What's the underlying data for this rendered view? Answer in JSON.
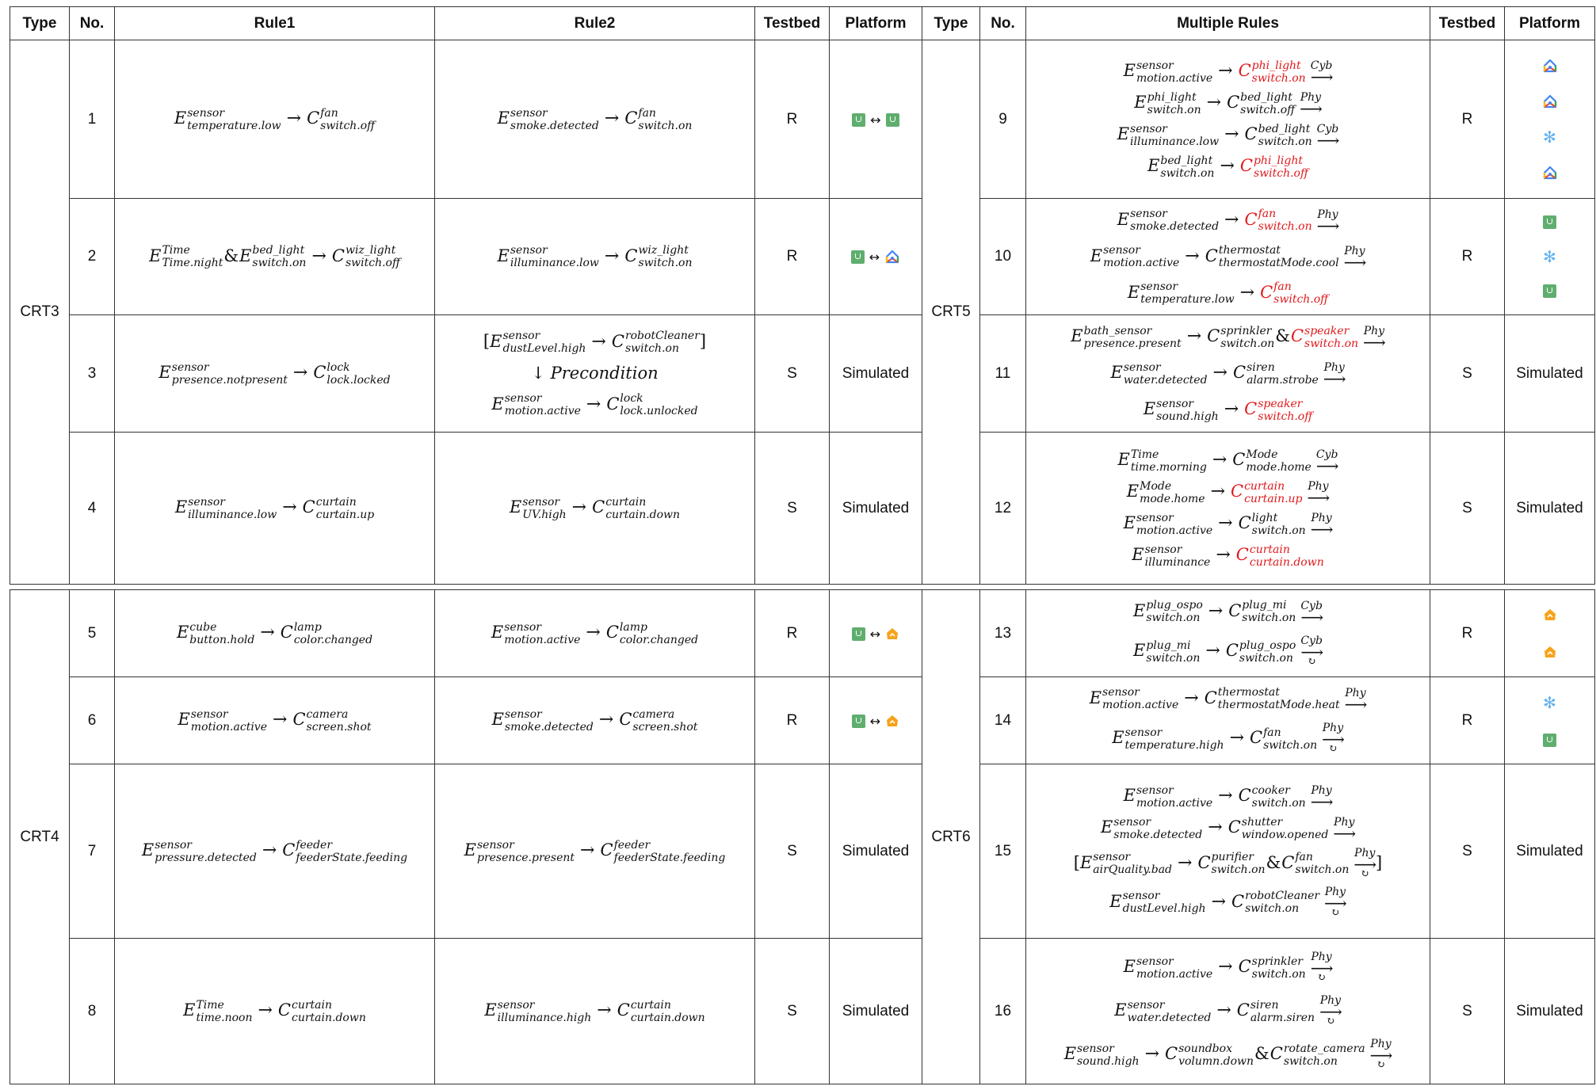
{
  "headers": {
    "type": "Type",
    "no": "No.",
    "rule1": "Rule1",
    "rule2": "Rule2",
    "testbed": "Testbed",
    "platform": "Platform",
    "type_b": "Type",
    "no_b": "No.",
    "multiple": "Multiple Rules",
    "testbed_b": "Testbed",
    "platform_b": "Platform"
  },
  "groups": {
    "crt3": "CRT3",
    "crt4": "CRT4",
    "crt5": "CRT5",
    "crt6": "CRT6"
  },
  "rows": {
    "r1": {
      "no": "1",
      "testbed": "R"
    },
    "r2": {
      "no": "2",
      "testbed": "R"
    },
    "r3": {
      "no": "3",
      "testbed": "S",
      "platform": "Simulated",
      "precondition": "Precondition"
    },
    "r4": {
      "no": "4",
      "testbed": "S",
      "platform": "Simulated"
    },
    "r5": {
      "no": "5",
      "testbed": "R"
    },
    "r6": {
      "no": "6",
      "testbed": "R"
    },
    "r7": {
      "no": "7",
      "testbed": "S",
      "platform": "Simulated"
    },
    "r8": {
      "no": "8",
      "testbed": "S",
      "platform": "Simulated"
    },
    "r9": {
      "no": "9",
      "testbed": "R"
    },
    "r10": {
      "no": "10",
      "testbed": "R"
    },
    "r11": {
      "no": "11",
      "testbed": "S",
      "platform": "Simulated"
    },
    "r12": {
      "no": "12",
      "testbed": "S",
      "platform": "Simulated"
    },
    "r13": {
      "no": "13",
      "testbed": "R"
    },
    "r14": {
      "no": "14",
      "testbed": "R"
    },
    "r15": {
      "no": "15",
      "testbed": "S",
      "platform": "Simulated"
    },
    "r16": {
      "no": "16",
      "testbed": "S",
      "platform": "Simulated"
    }
  },
  "arrow_labels": {
    "cyb": "Cyb",
    "phy": "Phy"
  },
  "platform_icons": {
    "smartthings": "smartthings-icon",
    "google_home": "google-home-icon",
    "smartlife": "smart-life-icon",
    "mi_home": "mi-home-icon"
  },
  "colors": {
    "conflict_red": "#e0191b",
    "smartthings_green": "#5fae6e"
  },
  "rules": {
    "r1a": [
      {
        "b": "E",
        "sup": "sensor",
        "sub": "temperature.low"
      },
      {
        "b": "C",
        "sup": "fan",
        "sub": "switch.off"
      }
    ],
    "r1b": [
      {
        "b": "E",
        "sup": "sensor",
        "sub": "smoke.detected"
      },
      {
        "b": "C",
        "sup": "fan",
        "sub": "switch.on"
      }
    ],
    "r2a": [
      {
        "b": "E",
        "sup": "Time",
        "sub": "Time.night"
      },
      {
        "b": "E",
        "sup": "bed_light",
        "sub": "switch.on"
      },
      {
        "b": "C",
        "sup": "wiz_light",
        "sub": "switch.off"
      }
    ],
    "r2b": [
      {
        "b": "E",
        "sup": "sensor",
        "sub": "illuminance.low"
      },
      {
        "b": "C",
        "sup": "wiz_light",
        "sub": "switch.on"
      }
    ],
    "r3a": [
      {
        "b": "E",
        "sup": "sensor",
        "sub": "presence.notpresent"
      },
      {
        "b": "C",
        "sup": "lock",
        "sub": "lock.locked"
      }
    ],
    "r3b1": [
      {
        "b": "E",
        "sup": "sensor",
        "sub": "dustLevel.high"
      },
      {
        "b": "C",
        "sup": "robotCleaner",
        "sub": "switch.on"
      }
    ],
    "r3b2": [
      {
        "b": "E",
        "sup": "sensor",
        "sub": "motion.active"
      },
      {
        "b": "C",
        "sup": "lock",
        "sub": "lock.unlocked"
      }
    ],
    "r4a": [
      {
        "b": "E",
        "sup": "sensor",
        "sub": "illuminance.low"
      },
      {
        "b": "C",
        "sup": "curtain",
        "sub": "curtain.up"
      }
    ],
    "r4b": [
      {
        "b": "E",
        "sup": "sensor",
        "sub": "UV.high"
      },
      {
        "b": "C",
        "sup": "curtain",
        "sub": "curtain.down"
      }
    ],
    "r5a": [
      {
        "b": "E",
        "sup": "cube",
        "sub": "button.hold"
      },
      {
        "b": "C",
        "sup": "lamp",
        "sub": "color.changed"
      }
    ],
    "r5b": [
      {
        "b": "E",
        "sup": "sensor",
        "sub": "motion.active"
      },
      {
        "b": "C",
        "sup": "lamp",
        "sub": "color.changed"
      }
    ],
    "r6a": [
      {
        "b": "E",
        "sup": "sensor",
        "sub": "motion.active"
      },
      {
        "b": "C",
        "sup": "camera",
        "sub": "screen.shot"
      }
    ],
    "r6b": [
      {
        "b": "E",
        "sup": "sensor",
        "sub": "smoke.detected"
      },
      {
        "b": "C",
        "sup": "camera",
        "sub": "screen.shot"
      }
    ],
    "r7a": [
      {
        "b": "E",
        "sup": "sensor",
        "sub": "pressure.detected"
      },
      {
        "b": "C",
        "sup": "feeder",
        "sub": "feederState.feeding"
      }
    ],
    "r7b": [
      {
        "b": "E",
        "sup": "sensor",
        "sub": "presence.present"
      },
      {
        "b": "C",
        "sup": "feeder",
        "sub": "feederState.feeding"
      }
    ],
    "r8a": [
      {
        "b": "E",
        "sup": "Time",
        "sub": "time.noon"
      },
      {
        "b": "C",
        "sup": "curtain",
        "sub": "curtain.down"
      }
    ],
    "r8b": [
      {
        "b": "E",
        "sup": "sensor",
        "sub": "illuminance.high"
      },
      {
        "b": "C",
        "sup": "curtain",
        "sub": "curtain.down"
      }
    ],
    "m9": [
      [
        {
          "b": "E",
          "sup": "sensor",
          "sub": "motion.active"
        },
        {
          "b": "C",
          "sup": "phi_light",
          "sub": "switch.on",
          "red": true
        }
      ],
      [
        {
          "b": "E",
          "sup": "phi_light",
          "sub": "switch.on"
        },
        {
          "b": "C",
          "sup": "bed_light",
          "sub": "switch.off"
        }
      ],
      [
        {
          "b": "E",
          "sup": "sensor",
          "sub": "illuminance.low"
        },
        {
          "b": "C",
          "sup": "bed_light",
          "sub": "switch.on"
        }
      ],
      [
        {
          "b": "E",
          "sup": "bed_light",
          "sub": "switch.on"
        },
        {
          "b": "C",
          "sup": "phi_light",
          "sub": "switch.off",
          "red": true
        }
      ]
    ],
    "m10": [
      [
        {
          "b": "E",
          "sup": "sensor",
          "sub": "smoke.detected"
        },
        {
          "b": "C",
          "sup": "fan",
          "sub": "switch.on",
          "red": true
        }
      ],
      [
        {
          "b": "E",
          "sup": "sensor",
          "sub": "motion.active"
        },
        {
          "b": "C",
          "sup": "thermostat",
          "sub": "thermostatMode.cool"
        }
      ],
      [
        {
          "b": "E",
          "sup": "sensor",
          "sub": "temperature.low"
        },
        {
          "b": "C",
          "sup": "fan",
          "sub": "switch.off",
          "red": true
        }
      ]
    ],
    "m11": [
      [
        {
          "b": "E",
          "sup": "bath_sensor",
          "sub": "presence.present"
        },
        {
          "b": "C",
          "sup": "sprinkler",
          "sub": "switch.on"
        },
        {
          "b": "C",
          "sup": "speaker",
          "sub": "switch.on",
          "red": true
        }
      ],
      [
        {
          "b": "E",
          "sup": "sensor",
          "sub": "water.detected"
        },
        {
          "b": "C",
          "sup": "siren",
          "sub": "alarm.strobe"
        }
      ],
      [
        {
          "b": "E",
          "sup": "sensor",
          "sub": "sound.high"
        },
        {
          "b": "C",
          "sup": "speaker",
          "sub": "switch.off",
          "red": true
        }
      ]
    ],
    "m12": [
      [
        {
          "b": "E",
          "sup": "Time",
          "sub": "time.morning"
        },
        {
          "b": "C",
          "sup": "Mode",
          "sub": "mode.home"
        }
      ],
      [
        {
          "b": "E",
          "sup": "Mode",
          "sub": "mode.home"
        },
        {
          "b": "C",
          "sup": "curtain",
          "sub": "curtain.up",
          "red": true
        }
      ],
      [
        {
          "b": "E",
          "sup": "sensor",
          "sub": "motion.active"
        },
        {
          "b": "C",
          "sup": "light",
          "sub": "switch.on"
        }
      ],
      [
        {
          "b": "E",
          "sup": "sensor",
          "sub": "illuminance"
        },
        {
          "b": "C",
          "sup": "curtain",
          "sub": "curtain.down",
          "red": true
        }
      ]
    ],
    "m13": [
      [
        {
          "b": "E",
          "sup": "plug_ospo",
          "sub": "switch.on"
        },
        {
          "b": "C",
          "sup": "plug_mi",
          "sub": "switch.on"
        }
      ],
      [
        {
          "b": "E",
          "sup": "plug_mi",
          "sub": "switch.on"
        },
        {
          "b": "C",
          "sup": "plug_ospo",
          "sub": "switch.on"
        }
      ]
    ],
    "m14": [
      [
        {
          "b": "E",
          "sup": "sensor",
          "sub": "motion.active"
        },
        {
          "b": "C",
          "sup": "thermostat",
          "sub": "thermostatMode.heat"
        }
      ],
      [
        {
          "b": "E",
          "sup": "sensor",
          "sub": "temperature.high"
        },
        {
          "b": "C",
          "sup": "fan",
          "sub": "switch.on"
        }
      ]
    ],
    "m15": [
      [
        {
          "b": "E",
          "sup": "sensor",
          "sub": "motion.active"
        },
        {
          "b": "C",
          "sup": "cooker",
          "sub": "switch.on"
        }
      ],
      [
        {
          "b": "E",
          "sup": "sensor",
          "sub": "smoke.detected"
        },
        {
          "b": "C",
          "sup": "shutter",
          "sub": "window.opened"
        }
      ],
      [
        {
          "b": "E",
          "sup": "sensor",
          "sub": "airQuality.bad"
        },
        {
          "b": "C",
          "sup": "purifier",
          "sub": "switch.on"
        },
        {
          "b": "C",
          "sup": "fan",
          "sub": "switch.on"
        }
      ],
      [
        {
          "b": "E",
          "sup": "sensor",
          "sub": "dustLevel.high"
        },
        {
          "b": "C",
          "sup": "robotCleaner",
          "sub": "switch.on"
        }
      ]
    ],
    "m16": [
      [
        {
          "b": "E",
          "sup": "sensor",
          "sub": "motion.active"
        },
        {
          "b": "C",
          "sup": "sprinkler",
          "sub": "switch.on"
        }
      ],
      [
        {
          "b": "E",
          "sup": "sensor",
          "sub": "water.detected"
        },
        {
          "b": "C",
          "sup": "siren",
          "sub": "alarm.siren"
        }
      ],
      [
        {
          "b": "E",
          "sup": "sensor",
          "sub": "sound.high"
        },
        {
          "b": "C",
          "sup": "soundbox",
          "sub": "volumn.down"
        },
        {
          "b": "C",
          "sup": "rotate_camera",
          "sub": "switch.on"
        }
      ]
    ]
  }
}
